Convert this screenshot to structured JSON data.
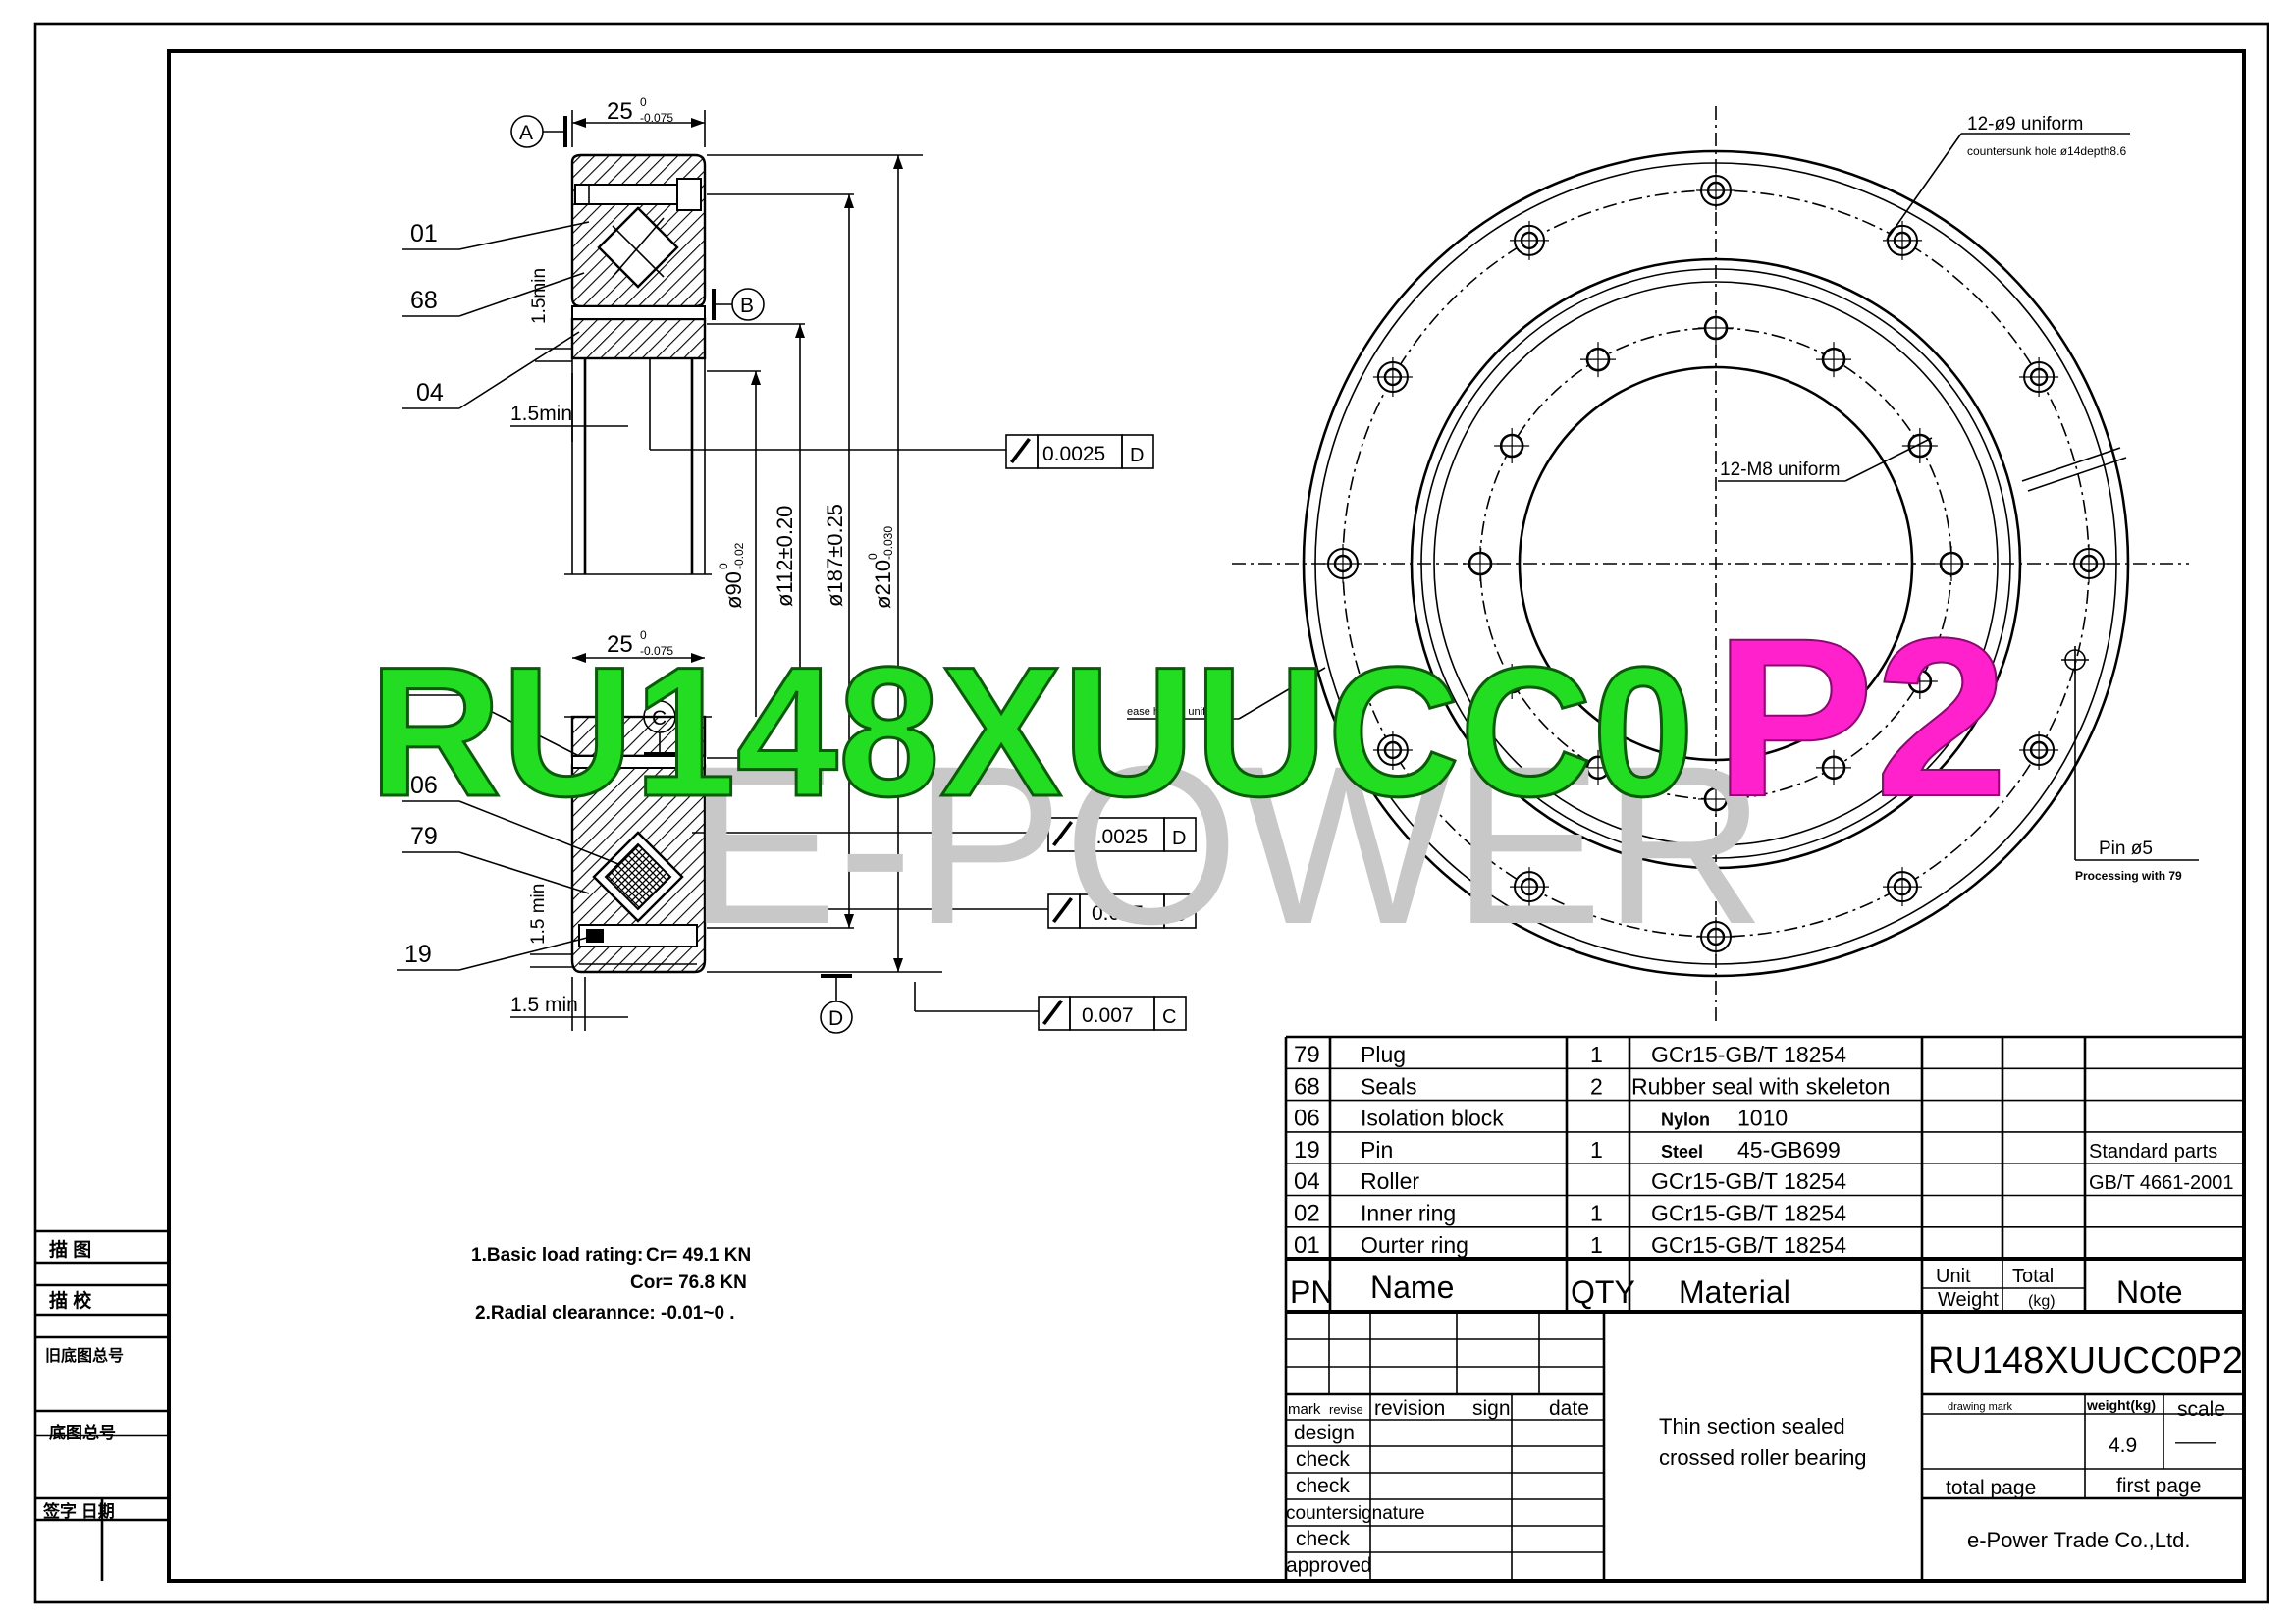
{
  "section_view": {
    "datum_a": "A",
    "datum_b": "B",
    "datum_c": "C",
    "datum_d": "D",
    "width_top": "25",
    "width_top_tol_upper": "0",
    "width_top_tol_lower": "-0.075",
    "width_bottom": "25",
    "width_bottom_tol_upper": "0",
    "width_bottom_tol_lower": "-0.075",
    "min_label_1": "1.5min",
    "min_label_2": "1.5min",
    "min_label_3": "1.5 min",
    "min_label_4": "1.5 min",
    "dim_d90": "ø90",
    "dim_d90_tol_upper": "0",
    "dim_d90_tol_lower": "-0.02",
    "dim_d112": "ø112±0.20",
    "dim_d187": "ø187±0.25",
    "dim_d210": "ø210",
    "dim_d210_tol_upper": "0",
    "dim_d210_tol_lower": "-0.030",
    "callouts": [
      "01",
      "68",
      "04",
      "02",
      "06",
      "79",
      "19"
    ],
    "gdt": [
      {
        "value": "0.0025",
        "datum": "D"
      },
      {
        "value": "0.0025",
        "datum": "D"
      },
      {
        "value": "0.007",
        "datum": "C"
      },
      {
        "value": "0.007",
        "datum": "C"
      }
    ],
    "grease_label": "ease holes2 uniform"
  },
  "plan_view": {
    "holes_outer": "12-ø9 uniform",
    "holes_outer_sub": "countersunk hole ø14depth8.6",
    "holes_inner": "12-M8 uniform",
    "pin_label": "Pin ø5",
    "pin_sub": "Processing with 79"
  },
  "notes": {
    "line1_label": "1.Basic load rating:",
    "line1_value": "Cr= 49.1 KN",
    "line2_value": "Cor= 76.8 KN",
    "line3": "2.Radial clearannce: -0.01~0 ."
  },
  "parts": {
    "headers": {
      "pn": "PN",
      "name": "Name",
      "qty": "QTY",
      "material": "Material",
      "unit_weight_1": "Unit",
      "unit_weight_2": "Weight",
      "total_1": "Total",
      "total_2": "(kg)",
      "note": "Note"
    },
    "rows": [
      {
        "pn": "79",
        "name": "Plug",
        "qty": "1",
        "material": "GCr15-GB/T 18254",
        "note": ""
      },
      {
        "pn": "68",
        "name": "Seals",
        "qty": "2",
        "material": "Rubber seal with skeleton",
        "note": ""
      },
      {
        "pn": "06",
        "name": "Isolation block",
        "qty": "",
        "material_a": "Nylon",
        "material": "1010",
        "note": ""
      },
      {
        "pn": "19",
        "name": "Pin",
        "qty": "1",
        "material_a": "Steel",
        "material": "45-GB699",
        "note": "Standard parts"
      },
      {
        "pn": "04",
        "name": "Roller",
        "qty": "",
        "material": "GCr15-GB/T 18254",
        "note": "GB/T 4661-2001"
      },
      {
        "pn": "02",
        "name": "Inner ring",
        "qty": "1",
        "material": "GCr15-GB/T 18254",
        "note": ""
      },
      {
        "pn": "01",
        "name": "Ourter ring",
        "qty": "1",
        "material": "GCr15-GB/T 18254",
        "note": ""
      }
    ]
  },
  "title_block": {
    "part_number": "RU148XUUCC0P2",
    "description_1": "Thin section sealed",
    "description_2": "crossed roller bearing",
    "drawing_mark": "drawing mark",
    "weight_label": "weight(kg)",
    "scale_label": "scale",
    "weight_value": "4.9",
    "scale_value": "——",
    "total_page": "total page",
    "first_page": "first page",
    "company": "e-Power Trade Co.,Ltd.",
    "rev_mark": "mark",
    "rev_revise": "revise",
    "rev_revision": "revision",
    "rev_sign": "sign",
    "rev_date": "date",
    "roles": [
      "design",
      "check",
      "check",
      "countersignature",
      "check",
      "approved"
    ]
  },
  "left_strip": {
    "labels": [
      "描 图",
      "描 校",
      "旧底图总号",
      "底图总号",
      "签字  日期"
    ]
  },
  "overlay": {
    "model_green": "RU148XUUCC0",
    "model_magenta": "P2",
    "watermark": "E-POWER"
  },
  "colors": {
    "overlay_green": "#22dd22",
    "overlay_magenta": "#ff22cc",
    "watermark": "#c8c8c8"
  }
}
